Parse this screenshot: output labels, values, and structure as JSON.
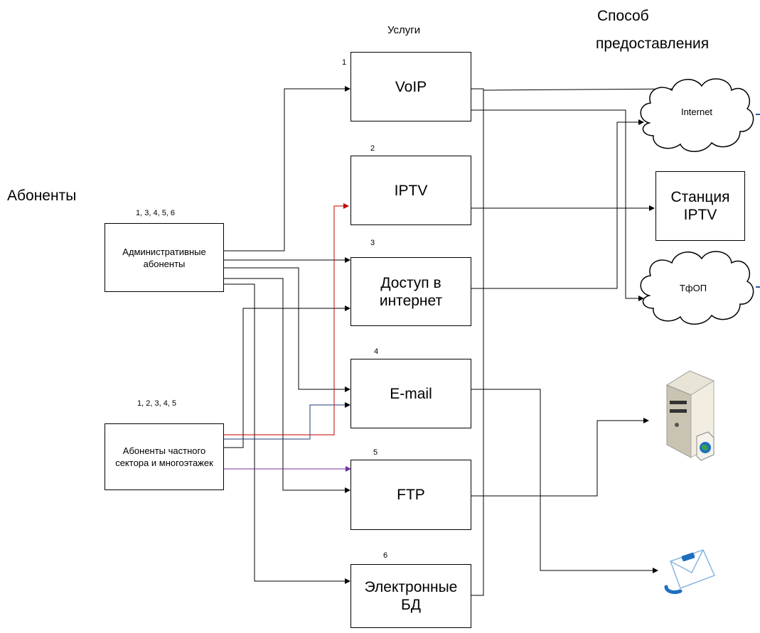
{
  "headers": {
    "services": "Услуги",
    "method_line1": "Способ",
    "method_line2": "предоставления",
    "subscribers": "Абоненты"
  },
  "subscribers": [
    {
      "label": "Административные абоненты",
      "services": "1, 3, 4, 5, 6"
    },
    {
      "label": "Абоненты частного сектора и многоэтажек",
      "services": "1, 2, 3, 4, 5"
    }
  ],
  "services": [
    {
      "num": "1",
      "label": "VoIP"
    },
    {
      "num": "2",
      "label": "IPTV"
    },
    {
      "num": "3",
      "label": "Доступ в интернет"
    },
    {
      "num": "4",
      "label": "E-mail"
    },
    {
      "num": "5",
      "label": "FTP"
    },
    {
      "num": "6",
      "label": "Электронные БД"
    }
  ],
  "providers": {
    "internet": "Internet",
    "iptv_station": "Станция IPTV",
    "pstn": "ТфОП",
    "server_icon": "server-icon",
    "email_icon": "email-envelope-icon"
  },
  "colors": {
    "line": "#000000",
    "red_link": "#c00000",
    "blue_link": "#1f3a78",
    "purple_link": "#7030a0",
    "cloud_edge": "#2e5a9a"
  }
}
